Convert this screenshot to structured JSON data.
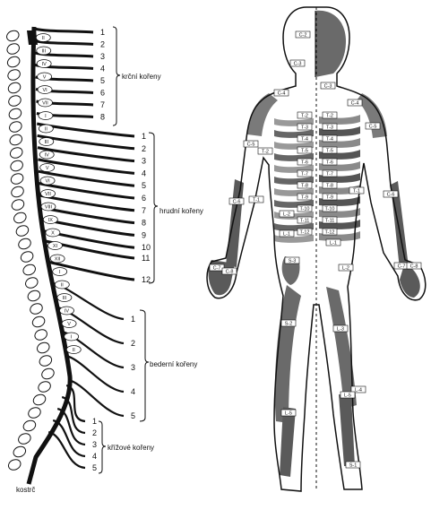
{
  "spine": {
    "group_labels": {
      "cervical": "krční kořeny",
      "thoracic": "hrudní kořeny",
      "lumbar": "bederní kořeny",
      "sacral": "křížové kořeny",
      "coccyx": "kostrč"
    },
    "cervical_numbers": [
      "1",
      "2",
      "3",
      "4",
      "5",
      "6",
      "7",
      "8"
    ],
    "thoracic_numbers": [
      "1",
      "2",
      "3",
      "4",
      "5",
      "6",
      "7",
      "8",
      "9",
      "10",
      "11",
      "12"
    ],
    "lumbar_numbers": [
      "1",
      "2",
      "3",
      "4",
      "5"
    ],
    "sacral_numbers": [
      "1",
      "2",
      "3",
      "4",
      "5"
    ],
    "vertebra_labels": [
      "II",
      "III",
      "IV",
      "V",
      "VI",
      "VII",
      "I",
      "II",
      "III",
      "IV",
      "V",
      "VI",
      "VII",
      "VIII",
      "IX",
      "X",
      "XI",
      "XII",
      "I",
      "II",
      "III",
      "IV",
      "V",
      "I",
      "II"
    ]
  },
  "body": {
    "head_labels": [
      "C-2",
      "C-3",
      "C-3",
      "C-4",
      "C-4"
    ],
    "left_half_labels": [
      "C-5",
      "T-2",
      "T-1",
      "C-6",
      "C-7",
      "C-8",
      "L-2",
      "L-1",
      "S-3",
      "S-2",
      "L-5"
    ],
    "right_half_labels": [
      "T-2",
      "T-3",
      "T-4",
      "T-5",
      "T-6",
      "T-7",
      "T-8",
      "T-9",
      "T-10",
      "T-11",
      "T-12",
      "L-1",
      "T-1",
      "C-5",
      "C-6",
      "C-7",
      "C-8",
      "L-2",
      "L-3",
      "L-4",
      "L-5",
      "S-1"
    ],
    "midline_labels": [
      "T-2",
      "T-3",
      "T-4",
      "T-5",
      "T-6",
      "T-7",
      "T-8",
      "T-9",
      "T-10",
      "T-11",
      "T-12"
    ]
  }
}
